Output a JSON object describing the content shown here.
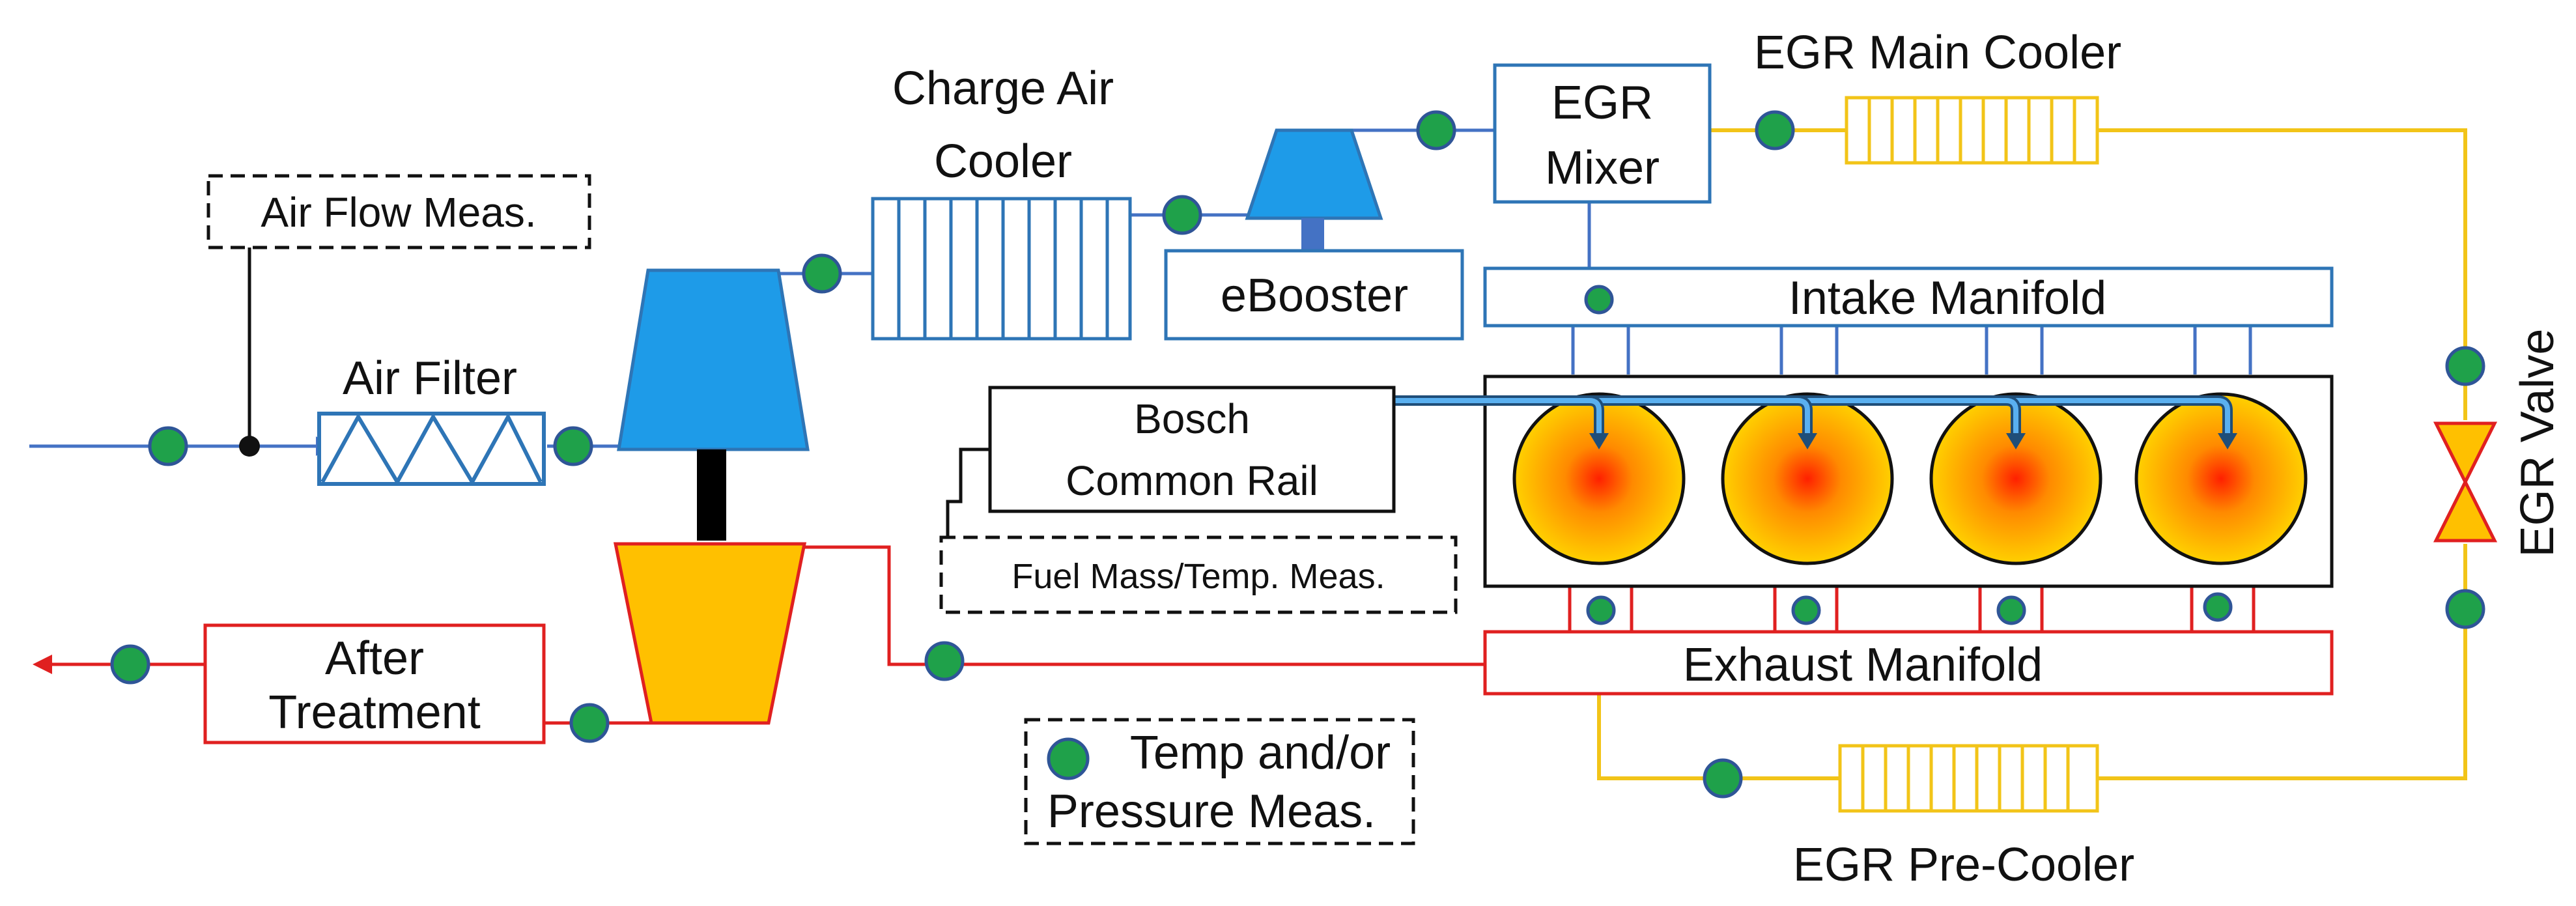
{
  "labels": {
    "air_flow_meas": "Air Flow Meas.",
    "air_filter": "Air Filter",
    "charge_air_cooler_1": "Charge Air",
    "charge_air_cooler_2": "Cooler",
    "ebooster": "eBooster",
    "egr_mixer_1": "EGR",
    "egr_mixer_2": "Mixer",
    "egr_main_cooler": "EGR Main Cooler",
    "intake_manifold": "Intake Manifold",
    "bosch_common_rail_1": "Bosch",
    "bosch_common_rail_2": "Common Rail",
    "fuel_meas": "Fuel Mass/Temp. Meas.",
    "egr_valve": "EGR Valve",
    "after_treatment_1": "After",
    "after_treatment_2": "Treatment",
    "exhaust_manifold": "Exhaust Manifold",
    "temp_pressure_1": "Temp and/or",
    "temp_pressure_2": "Pressure Meas.",
    "egr_pre_cooler": "EGR Pre-Cooler"
  },
  "colors": {
    "air_line": "#4472c4",
    "exhaust_line": "#e02020",
    "egr_line": "#f2c418",
    "compressor": "#1e9be8",
    "turbine": "#ffc000",
    "sensor": "#1fa14a",
    "injector_line": "#1f4e79"
  },
  "cylinder_count": 4,
  "legend_icon": "sensor-dot-icon"
}
